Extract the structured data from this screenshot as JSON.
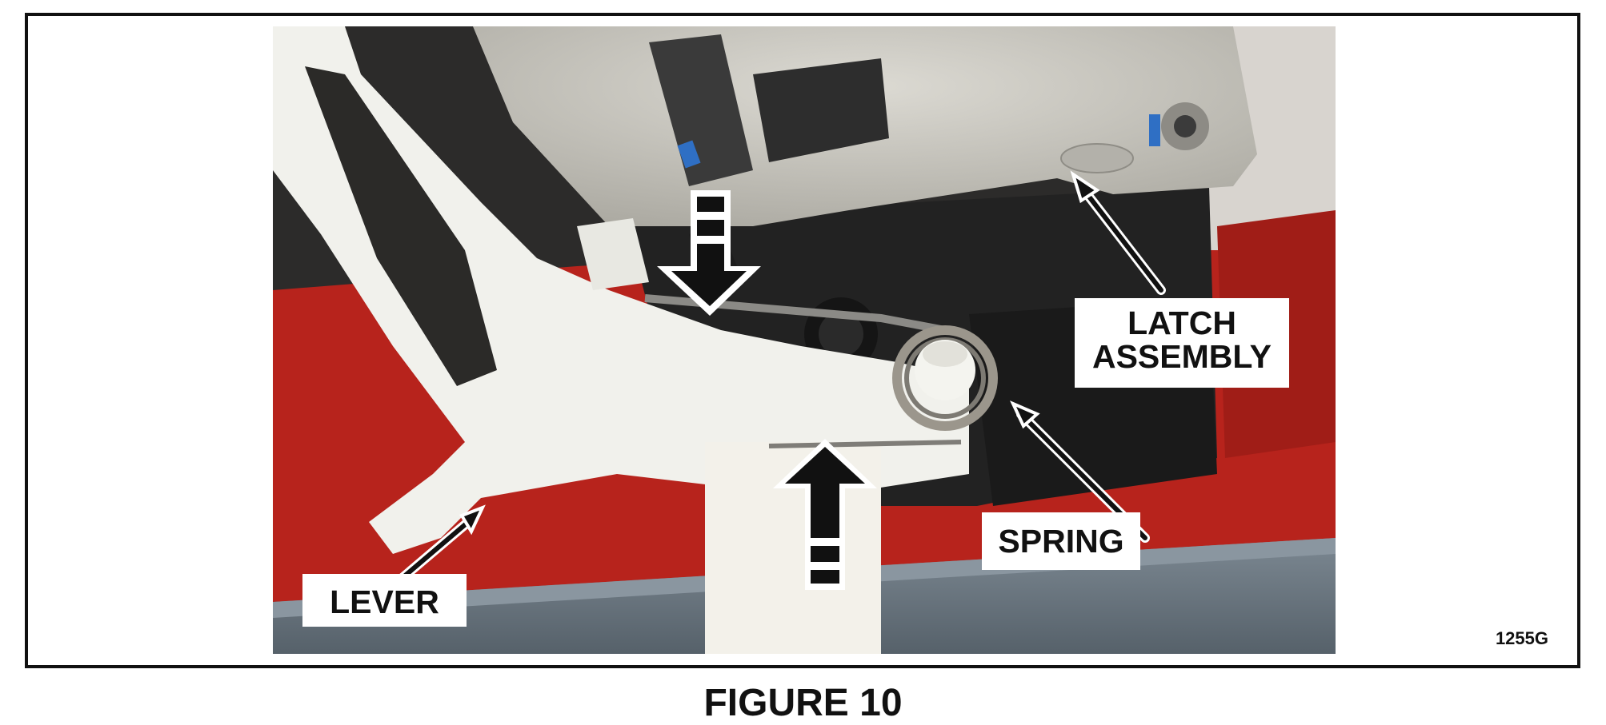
{
  "figure": {
    "caption": "FIGURE 10",
    "figure_id": "1255G"
  },
  "photo": {
    "subject": "latch assembly photo",
    "labels": {
      "latch_assembly": "LATCH\nASSEMBLY",
      "spring": "SPRING",
      "lever": "LEVER"
    }
  },
  "colors": {
    "border": "#111111",
    "arrow": "#111111",
    "arrow_outline": "#ffffff",
    "background_red": "#b7231c",
    "metal": "#c9c7c0",
    "plastic_white": "#f1f1ec",
    "tray_gray": "#6f7b84"
  }
}
